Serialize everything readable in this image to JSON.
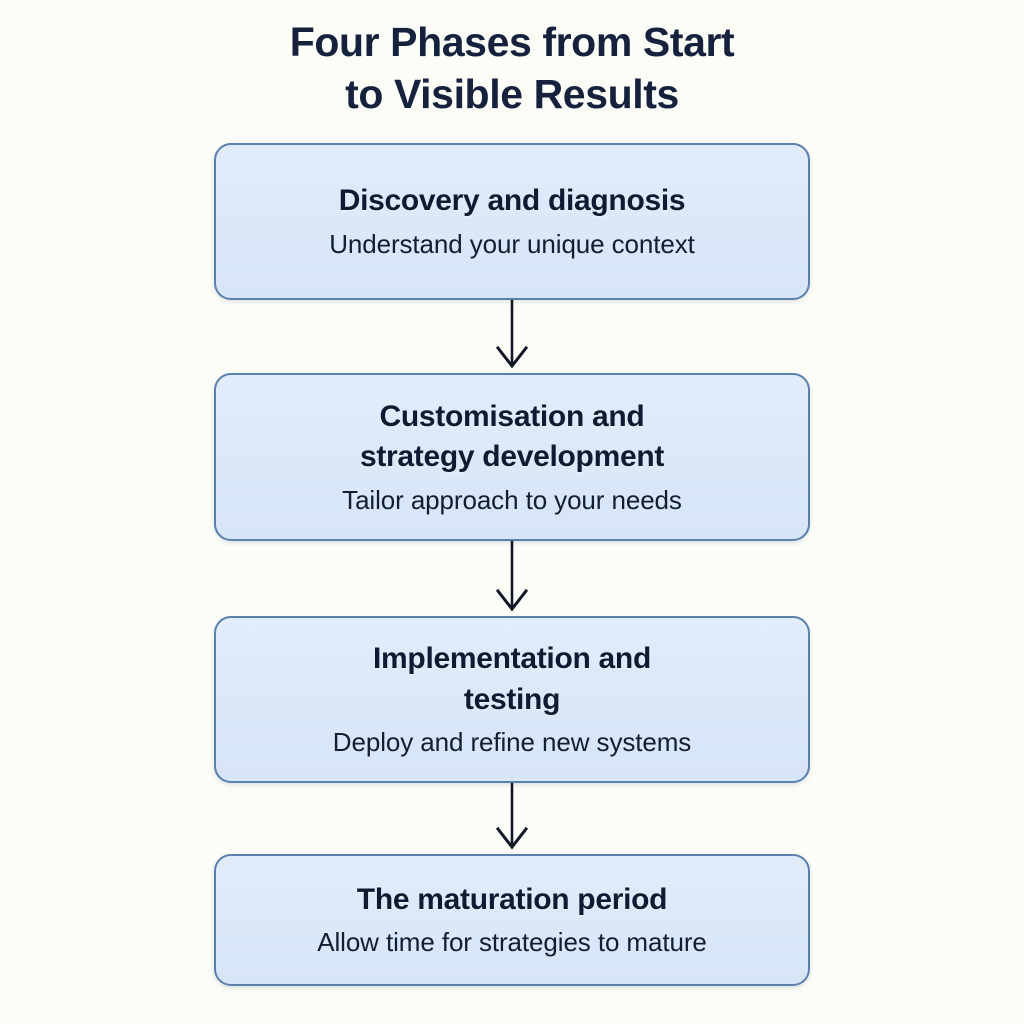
{
  "page": {
    "background_color": "#fdfdf7",
    "title": "Four Phases from Start\nto Visible Results",
    "title_color": "#16213e"
  },
  "theme": {
    "node_fill": "#dae8f8",
    "node_border": "#5a80ae",
    "node_title_color": "#101b33",
    "node_subtitle_color": "#141d31",
    "arrow_color": "#111827"
  },
  "flow": {
    "type": "vertical-flowchart",
    "connector_icon": "arrow-down-icon",
    "nodes": [
      {
        "step": 1,
        "title": "Discovery and diagnosis",
        "subtitle": "Understand your unique context"
      },
      {
        "step": 2,
        "title": "Customisation and\nstrategy development",
        "subtitle": "Tailor approach to your needs"
      },
      {
        "step": 3,
        "title": "Implementation and\ntesting",
        "subtitle": "Deploy and refine new systems"
      },
      {
        "step": 4,
        "title": "The maturation period",
        "subtitle": "Allow time for strategies to mature"
      }
    ]
  }
}
